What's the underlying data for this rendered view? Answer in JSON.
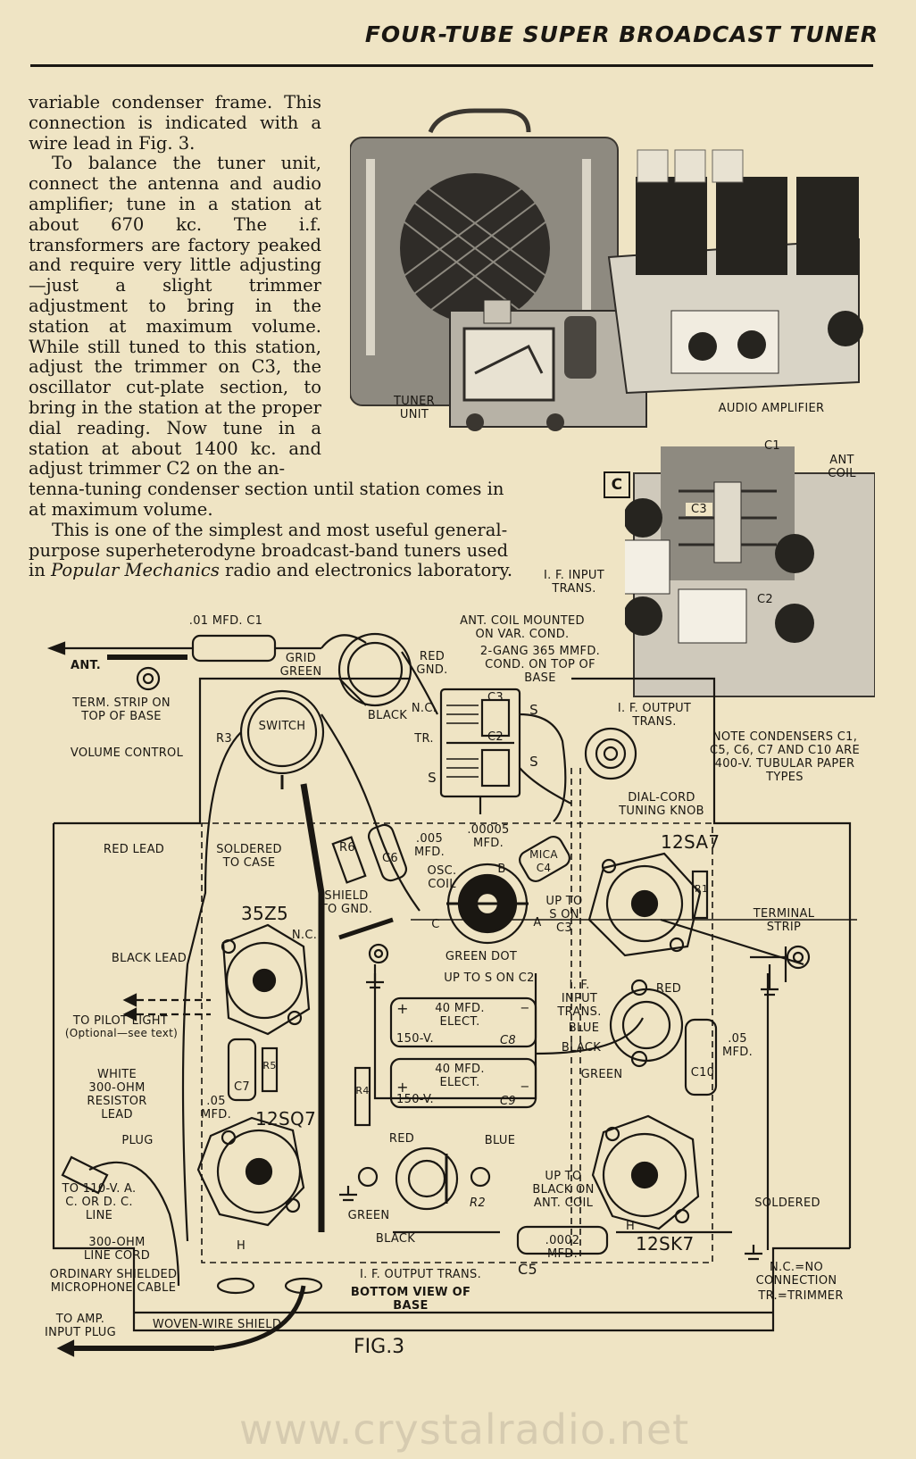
{
  "header": {
    "title": "FOUR-TUBE SUPER BROADCAST TUNER"
  },
  "text": {
    "p1": "variable condenser frame. This connection is indicated with a wire lead in Fig. 3.",
    "p2a": "To balance the tuner unit, connect the antenna and audio amplifier; tune in a station at about 670 kc. The i.f. transformers are factory peaked and require very little adjusting—just a slight trimmer adjustment to bring in the station at maximum volume. While still tuned to this station, adjust the trimmer on C3, the oscillator cut-plate section, to bring in the station at the proper dial reading. Now tune in a station at about 1400 kc. and adjust trimmer C2 on the an-",
    "p2b": "tenna-tuning condenser section until station comes in at maximum volume.",
    "p3a": "This is one of the simplest and most useful general-purpose superheterodyne broadcast-band tuners used in ",
    "p3i": "Popular Mechanics",
    "p3b": " radio and electronics laboratory."
  },
  "photo_labels": {
    "tuner_unit": "TUNER UNIT",
    "audio_amp": "AUDIO AMPLIFIER",
    "c": "C",
    "c1": "C1",
    "ant_coil": "ANT COIL",
    "c3": "C3",
    "c2": "C2",
    "if_input": "I. F. INPUT TRANS.",
    "if_output": "I. F. OUTPUT TRANS."
  },
  "schematic_labels": {
    "c1_mfd": ".01 MFD. C1",
    "ant": "ANT.",
    "term_strip": "TERM. STRIP ON TOP OF BASE",
    "grid_green": "GRID GREEN",
    "red_gnd": "RED GND.",
    "ant_coil_mounted": "ANT. COIL MOUNTED ON VAR. COND.",
    "gang_cond": "2-GANG 365 MMFD. COND. ON TOP OF BASE",
    "nc": "N.C.",
    "tr": "TR.",
    "black": "BLACK",
    "s": "S",
    "c3": "C3",
    "c2": "C2",
    "r3": "R3",
    "switch": "SWITCH",
    "volume_control": "VOLUME CONTROL",
    "dial_cord": "DIAL-CORD TUNING KNOB",
    "note": "NOTE CONDENSERS C1, C5, C6, C7 AND C10 ARE 400-V. TUBULAR PAPER TYPES",
    "red_lead": "RED LEAD",
    "soldered_case": "SOLDERED TO CASE",
    "r6": "R6",
    "c6": "C6",
    "mfd_005": ".005 MFD.",
    "mfd_00005": ".00005 MFD.",
    "osc_coil": "OSC. COIL",
    "b": "B",
    "mica_c4": "MICA C4",
    "c_pin": "C",
    "a": "A",
    "up_s_c3": "UP TO S ON C3",
    "tube_12sa7": "12SA7",
    "r1": "R1",
    "terminal_strip": "TERMINAL STRIP",
    "shield_gnd": "SHIELD TO GND.",
    "tube_35z5": "35Z5",
    "green_dot": "GREEN DOT",
    "up_s_c2": "UP TO S ON C2",
    "black_lead": "BLACK LEAD",
    "pilot": "TO PILOT LIGHT",
    "pilot_opt": "(Optional—see text)",
    "if_input": "I. F. INPUT TRANS.",
    "red": "RED",
    "blue": "BLUE",
    "green": "GREEN",
    "c8_val": "40 MFD. ELECT.",
    "v150": "150-V.",
    "c8": "C8",
    "c9": "C9",
    "c10": "C10",
    "mfd_05": ".05 MFD.",
    "white_res": "WHITE 300-OHM RESISTOR LEAD",
    "c7": "C7",
    "r5": "R5",
    "r4": "R4",
    "tube_12sq7": "12SQ7",
    "plug": "PLUG",
    "to_110": "TO 110-V. A. C. OR D. C. LINE",
    "line_cord": "300-OHM LINE CORD",
    "mic_cable": "ORDINARY SHIELDED MICROPHONE CABLE",
    "amp_input": "TO AMP. INPUT PLUG",
    "woven": "WOVEN-WIRE SHIELD",
    "h": "H",
    "r2": "R2",
    "up_black": "UP TO BLACK ON ANT. COIL",
    "mfd_0002": ".0002 MFD.",
    "c5": "C5",
    "tube_12sk7": "12SK7",
    "if_output": "I. F. OUTPUT TRANS.",
    "bottom_view": "BOTTOM VIEW OF BASE",
    "soldered": "SOLDERED",
    "nc_legend": "N.C.=NO CONNECTION",
    "tr_legend": "TR.=TRIMMER",
    "plus": "+",
    "minus": "−"
  },
  "figure": {
    "caption": "FIG.3"
  },
  "watermark": "www.crystalradio.net"
}
